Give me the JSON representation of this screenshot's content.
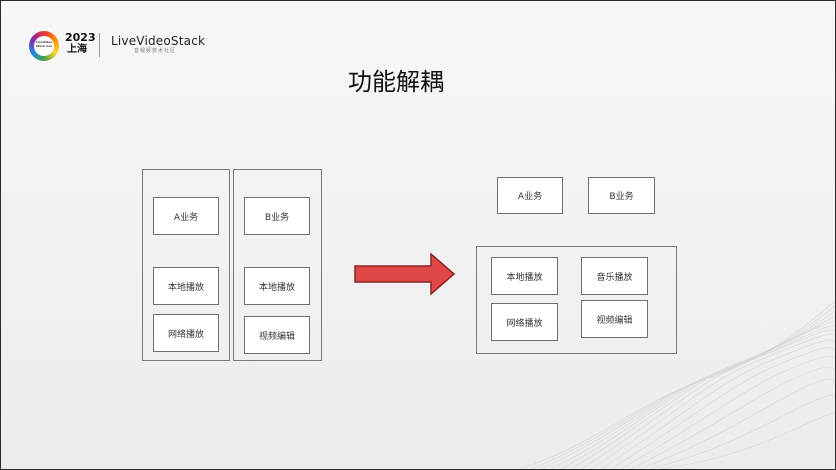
{
  "header": {
    "logo_ring_text": "LiveVideo Stack Con",
    "logo_year": "2023",
    "logo_city": "上海",
    "brand_name": "LiveVideoStack",
    "brand_subtitle": "音视频技术社区"
  },
  "title": "功能解耦",
  "before": {
    "column_a": {
      "business": "A业务",
      "items": [
        "本地播放",
        "网络播放"
      ]
    },
    "column_b": {
      "business": "B业务",
      "items": [
        "本地播放",
        "视频编辑"
      ]
    }
  },
  "after": {
    "business": [
      "A业务",
      "B业务"
    ],
    "modules": [
      "本地播放",
      "音乐播放",
      "网络播放",
      "视频编辑"
    ]
  },
  "colors": {
    "arrow_fill": "#e04848",
    "arrow_stroke": "#8a2424",
    "box_border": "#6f6f6f",
    "background": "#f1f1f2"
  }
}
